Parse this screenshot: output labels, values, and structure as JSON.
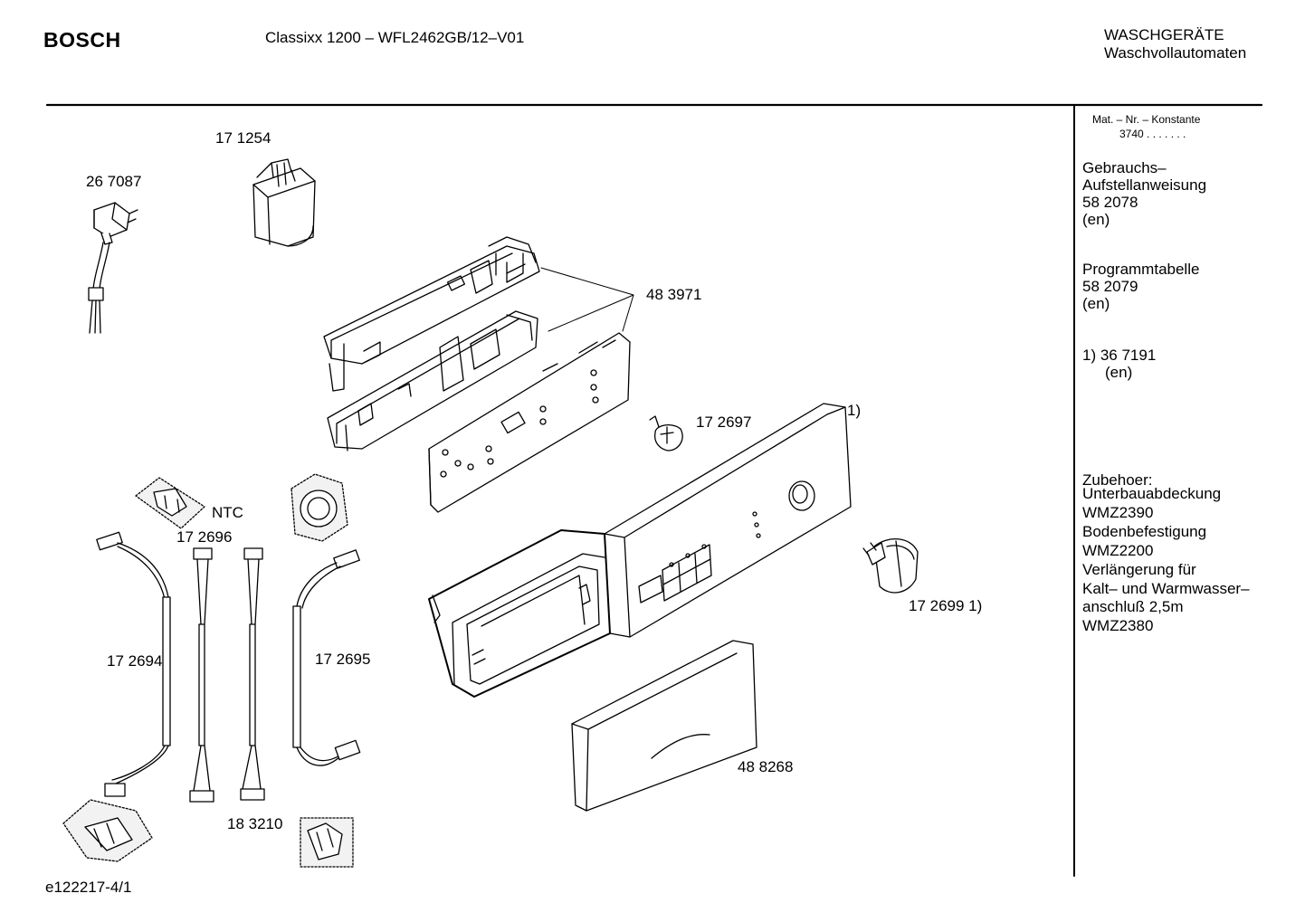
{
  "header": {
    "brand": "BOSCH",
    "model": "Classixx 1200 – WFL2462GB/12–V01",
    "category_line1": "WASCHGERÄTE",
    "category_line2": "Waschvollautomaten"
  },
  "sidebar": {
    "mat_label": "Mat. – Nr. – Konstante",
    "mat_value": "3740 .  .  .   .  .  .  .",
    "manual": {
      "line1": "Gebrauchs–",
      "line2": "Aufstellanweisung",
      "number": "58 2078",
      "lang": "(en)"
    },
    "program": {
      "line1": "Programmtabelle",
      "number": "58 2079",
      "lang": "(en)"
    },
    "footnote": {
      "line1": "1)  36 7191",
      "lang": "(en)"
    },
    "accessories": [
      "Zubehoer:",
      "Unterbauabdeckung",
      "WMZ2390",
      "Bodenbefestigung",
      "WMZ2200",
      "Verlängerung für",
      "Kalt– und Warmwasser–",
      "anschluß 2,5m",
      "WMZ2380"
    ]
  },
  "parts": {
    "p267087": "26 7087",
    "p171254": "17 1254",
    "p483971": "48 3971",
    "p172697": "17 2697",
    "footnote_marker": "1)",
    "ntc": "NTC",
    "p172696": "17 2696",
    "p172694": "17 2694",
    "p172695": "17 2695",
    "p172699": "17 2699 1)",
    "p488268": "48 8268",
    "p183210": "18 3210"
  },
  "footer": {
    "doc_id": "e122217-4/1"
  },
  "colors": {
    "ink": "#000000",
    "paper": "#ffffff",
    "shade": "#d9d9d9"
  }
}
